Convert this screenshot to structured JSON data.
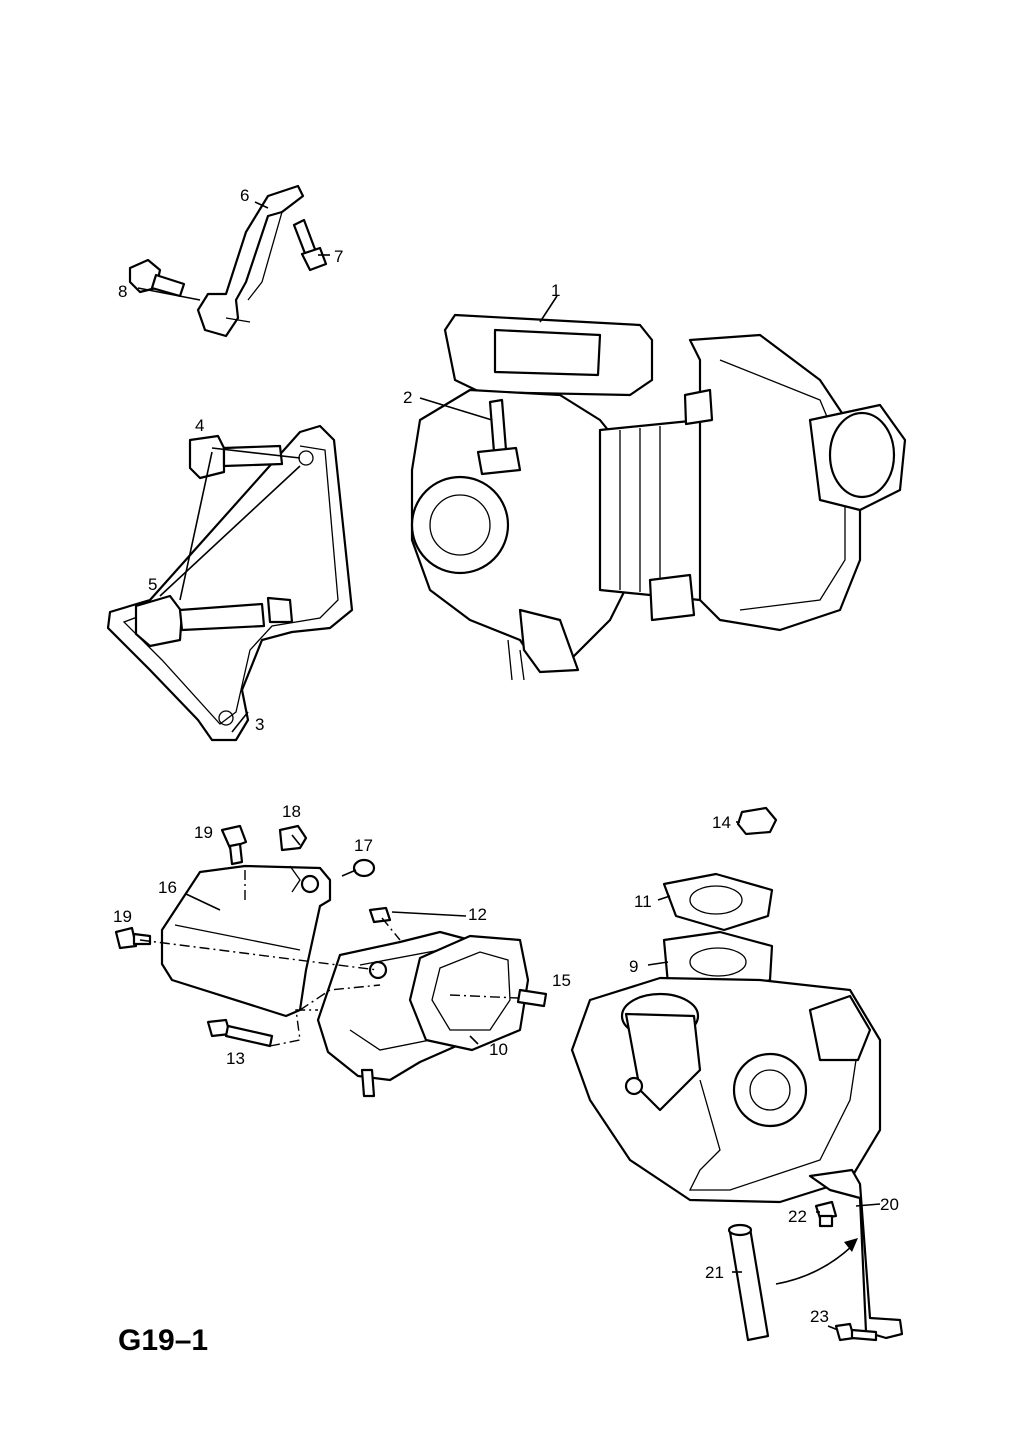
{
  "diagram": {
    "code": "G19–1",
    "callouts": [
      "1",
      "2",
      "3",
      "4",
      "5",
      "6",
      "7",
      "8",
      "9",
      "10",
      "11",
      "12",
      "13",
      "14",
      "15",
      "16",
      "17",
      "18",
      "19",
      "19",
      "20",
      "21",
      "22",
      "23"
    ]
  }
}
